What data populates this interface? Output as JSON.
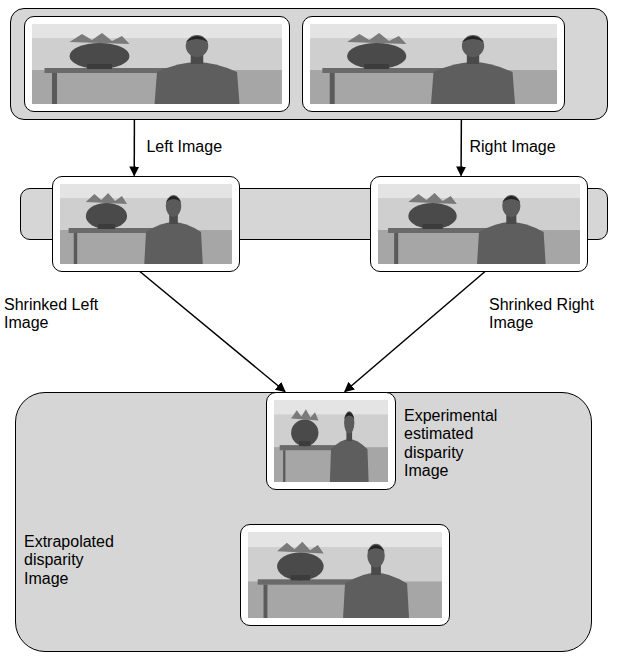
{
  "diagram": {
    "nodes": [
      {
        "text": []
      },
      {
        "text": [],
        "in": 0
      },
      {
        "text": [],
        "in": 0
      },
      {
        "text": []
      },
      {
        "text": [
          "Shrinked Left Image"
        ],
        "in": 3
      },
      {
        "text": [
          "Shrinked Right Image"
        ],
        "in": 3
      },
      {
        "text": []
      },
      {
        "text": [
          "Experimental estimated disparity Image"
        ],
        "in": 6
      },
      {
        "text": [
          "Extrapolated disparity Image"
        ],
        "in": 6
      }
    ],
    "edges": [
      {
        "from": 1,
        "to": 4,
        "arrow": "to",
        "label": "Left Image"
      },
      {
        "from": 2,
        "to": 5,
        "arrow": "to",
        "label": "Right Image"
      },
      {
        "from": 4,
        "to": 7,
        "arrow": "to"
      },
      {
        "from": 5,
        "to": 7,
        "arrow": "to"
      }
    ]
  }
}
